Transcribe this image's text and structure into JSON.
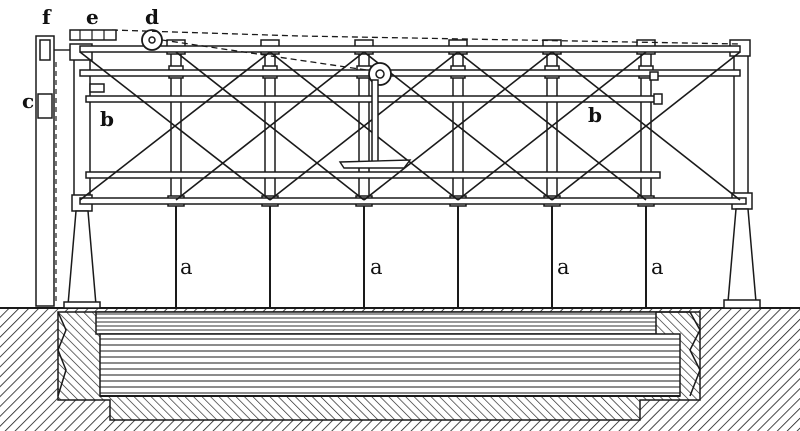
{
  "labels": {
    "a1": "a",
    "a2": "a",
    "a3": "a",
    "a4": "a",
    "b1": "b",
    "b2": "b",
    "c": "c",
    "d": "d",
    "e": "e",
    "f": "f"
  },
  "colors": {
    "ink": "#1a1a1a",
    "paper": "#ffffff"
  }
}
